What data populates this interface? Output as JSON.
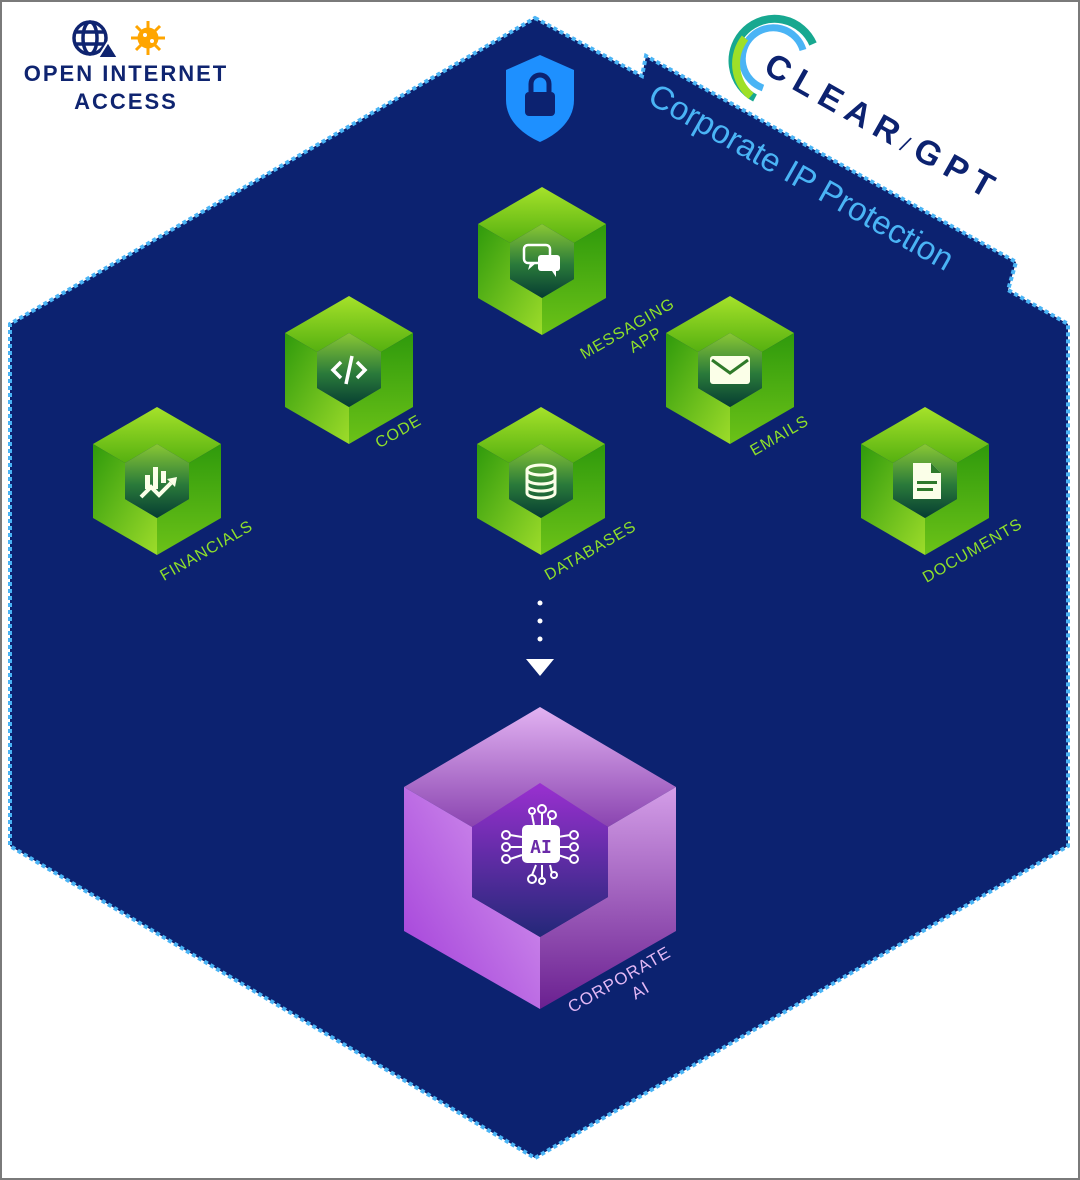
{
  "header": {
    "open_internet_line1": "OPEN INTERNET",
    "open_internet_line2": "ACCESS",
    "open_internet_icons": [
      "globe-warning-icon",
      "virus-icon"
    ],
    "brand_left": "CLEAR",
    "brand_sep": "/",
    "brand_right": "GPT",
    "zone_title": "Corporate IP Protection",
    "zone_icon": "shield-lock-icon"
  },
  "colors": {
    "zone_fill": "#0c2270",
    "zone_border": "#4ab4f5",
    "green_label": "#8fe02a",
    "purple_label": "#e3b8f5",
    "brand_navy": "#0c2270",
    "zone_title": "#4ab4f5",
    "shield": "#1e90ff",
    "virus": "#ffa500"
  },
  "sources": [
    {
      "id": "messaging",
      "label_line1": "MESSAGING",
      "label_line2": "APP",
      "icon": "chat-bubbles-icon"
    },
    {
      "id": "code",
      "label_line1": "CODE",
      "label_line2": "",
      "icon": "code-icon"
    },
    {
      "id": "emails",
      "label_line1": "EMAILS",
      "label_line2": "",
      "icon": "envelope-icon"
    },
    {
      "id": "financials",
      "label_line1": "FINANCIALS",
      "label_line2": "",
      "icon": "chart-trend-icon"
    },
    {
      "id": "databases",
      "label_line1": "DATABASES",
      "label_line2": "",
      "icon": "database-icon"
    },
    {
      "id": "documents",
      "label_line1": "DOCUMENTS",
      "label_line2": "",
      "icon": "document-icon"
    }
  ],
  "target": {
    "label_line1": "CORPORATE",
    "label_line2": "AI",
    "icon": "ai-chip-icon",
    "chip_text": "AI"
  },
  "flow": {
    "from": "databases",
    "to": "corporate-ai",
    "style": "dotted-arrow"
  }
}
